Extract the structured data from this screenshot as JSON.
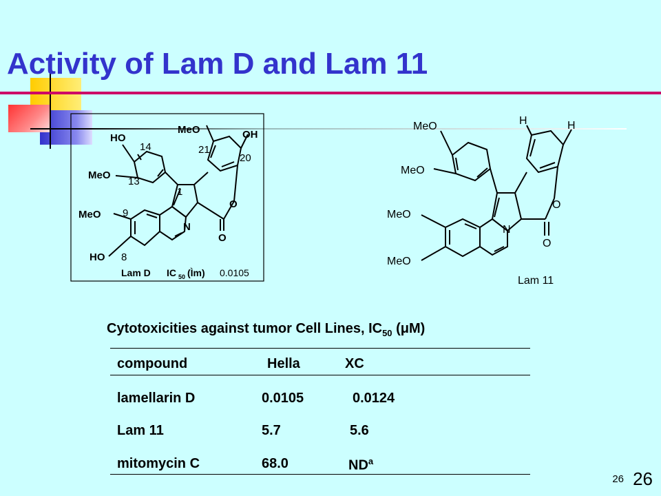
{
  "slide": {
    "title": "Activity of Lam D and Lam 11",
    "page_number_small": "26",
    "page_number_large": "26"
  },
  "structure_lamD": {
    "label": "Lam D",
    "ic50_text": "IC",
    "ic50_sub": "50",
    "ic50_unit": "(Ìm)",
    "ic50_value": "0.0105",
    "substituents": {
      "ho_top": "HO",
      "meo_top": "MeO",
      "oh_top": "OH",
      "meo_left": "MeO",
      "meo_9": "MeO",
      "ho_8": "HO",
      "ring_o": "O",
      "carbonyl_o": "O",
      "n": "N"
    },
    "numbers": {
      "n14": "14",
      "n13": "13",
      "n21": "21",
      "n20": "20",
      "n1": "1",
      "n9": "9",
      "n8": "8"
    }
  },
  "structure_lam11": {
    "label": "Lam 11",
    "substituents": {
      "meo_a": "MeO",
      "meo_b": "MeO",
      "h_a": "H",
      "h_b": "H",
      "meo_c": "MeO",
      "meo_d": "MeO",
      "ring_o": "O",
      "carbonyl_o": "O",
      "n": "N"
    }
  },
  "table": {
    "caption_prefix": "Cytotoxicities against tumor Cell Lines, IC",
    "caption_sub": "50",
    "caption_unit": "(μM)",
    "headers": [
      "compound",
      "Hella",
      "XC"
    ],
    "rows": [
      {
        "compound": "lamellarin D",
        "hella": "0.0105",
        "xc": "0.0124"
      },
      {
        "compound": "Lam 11",
        "hella": "5.7",
        "xc": "5.6"
      },
      {
        "compound": "mitomycin C",
        "hella": "68.0",
        "xc": "ND",
        "xc_sup": "a"
      }
    ]
  },
  "colors": {
    "background": "#ccffff",
    "title": "#3333cc",
    "rule": "#cc0066",
    "deco_yellow": "#ffcc00",
    "deco_red": "#ff3333",
    "deco_blue": "#3333cc"
  }
}
